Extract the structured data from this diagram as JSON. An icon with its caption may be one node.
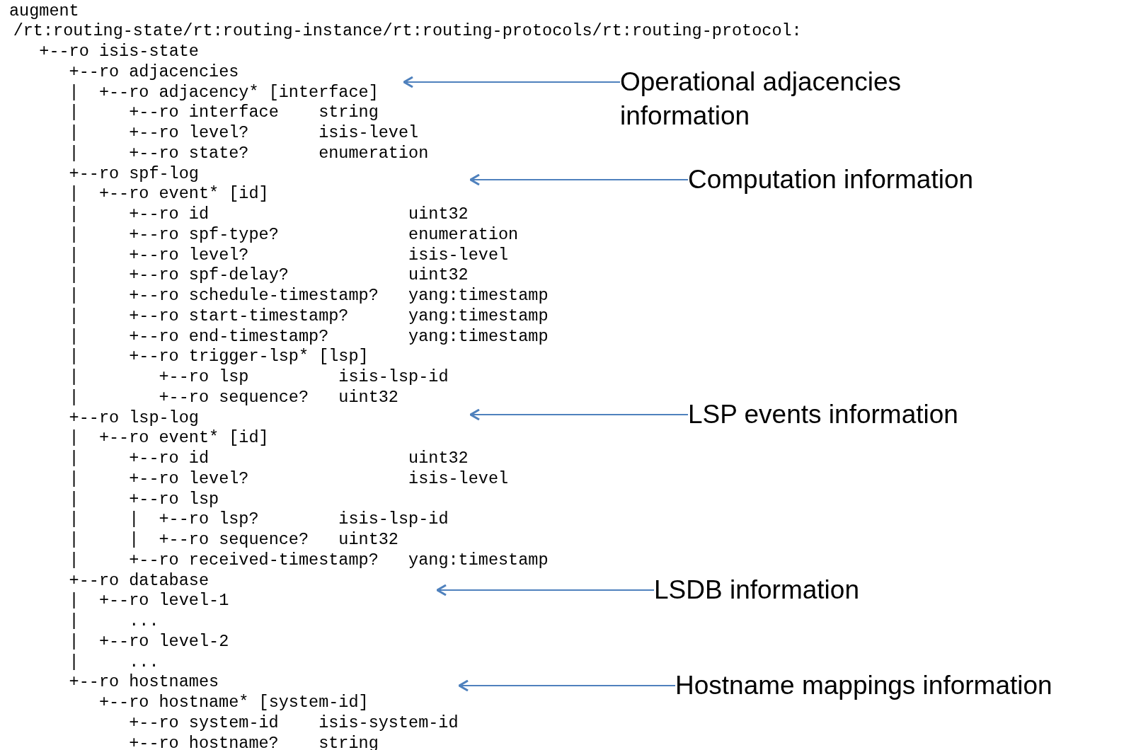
{
  "diagram": {
    "nodes": [
      {
        "text": [
          "Operational adjacencies information"
        ]
      },
      {
        "text": [
          "Computation information"
        ]
      },
      {
        "text": [
          "LSP events information"
        ]
      },
      {
        "text": [
          "LSDB information"
        ]
      },
      {
        "text": [
          "Hostname mappings information"
        ]
      }
    ],
    "edges": [
      {
        "from": 0,
        "to": null,
        "arrow": "to"
      },
      {
        "from": 1,
        "to": null,
        "arrow": "to"
      },
      {
        "from": 2,
        "to": null,
        "arrow": "to"
      },
      {
        "from": 3,
        "to": null,
        "arrow": "to"
      },
      {
        "from": 4,
        "to": null,
        "arrow": "to"
      }
    ],
    "labels": [
      "augment",
      "/rt:routing-state/rt:routing-instance/rt:routing-protocols/rt:routing-protocol:",
      "+--ro isis-state",
      "+--ro adjacencies",
      "|  +--ro adjacency* [interface]",
      "|     +--ro interface    string",
      "|     +--ro level?       isis-level",
      "|     +--ro state?       enumeration",
      "+--ro spf-log",
      "|  +--ro event* [id]",
      "|     +--ro id                    uint32",
      "|     +--ro spf-type?             enumeration",
      "|     +--ro level?                isis-level",
      "|     +--ro spf-delay?            uint32",
      "|     +--ro schedule-timestamp?   yang:timestamp",
      "|     +--ro start-timestamp?      yang:timestamp",
      "|     +--ro end-timestamp?        yang:timestamp",
      "|     +--ro trigger-lsp* [lsp]",
      "|        +--ro lsp         isis-lsp-id",
      "|        +--ro sequence?   uint32",
      "+--ro lsp-log",
      "|  +--ro event* [id]",
      "|     +--ro id                    uint32",
      "|     +--ro level?                isis-level",
      "|     +--ro lsp",
      "|     |  +--ro lsp?        isis-lsp-id",
      "|     |  +--ro sequence?   uint32",
      "|     +--ro received-timestamp?   yang:timestamp",
      "+--ro database",
      "|  +--ro level-1",
      "|     ...",
      "|  +--ro level-2",
      "|     ...",
      "+--ro hostnames",
      "+--ro hostname* [system-id]",
      "+--ro system-id    isis-system-id",
      "+--ro hostname?    string"
    ]
  }
}
